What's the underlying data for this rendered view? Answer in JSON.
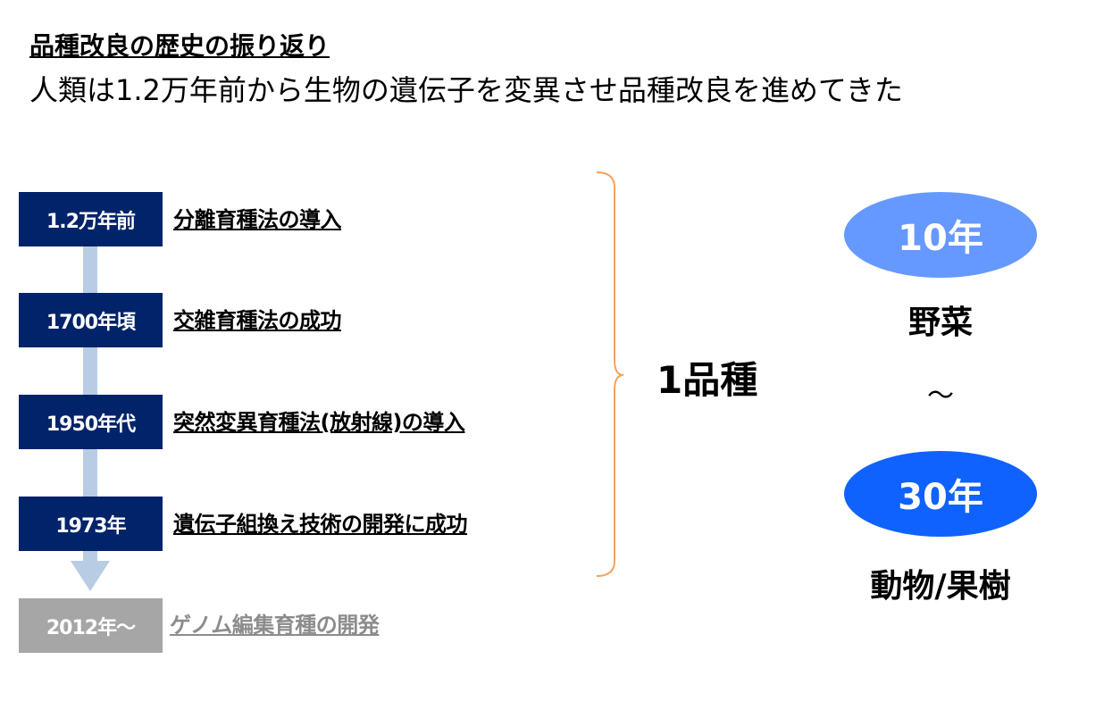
{
  "header": {
    "title": "品種改良の歴史の振り返り",
    "subtitle": "人類は1.2万年前から生物の遺伝子を変異させ品種改良を進めてきた"
  },
  "timeline": [
    {
      "date": "1.2万年前",
      "event": "分離育種法の導入"
    },
    {
      "date": "1700年頃",
      "event": "交雑育種法の成功"
    },
    {
      "date": "1950年代",
      "event": "突然変異育種法(放射線)の導入"
    },
    {
      "date": "1973年",
      "event": "遺伝子組換え技術の開発に成功"
    },
    {
      "date": "2012年～",
      "event": "ゲノム編集育種の開発"
    }
  ],
  "bracket_label": "1品種",
  "durations": {
    "short": {
      "value": "10年",
      "label": "野菜"
    },
    "separator": "～",
    "long": {
      "value": "30年",
      "label": "動物/果樹"
    }
  },
  "colors": {
    "box": "#002369",
    "box_future": "#a6a6a6",
    "arrow": "#b8cce4",
    "bracket": "#f4a261",
    "ellipse_short": "#6699ff",
    "ellipse_long": "#0f62fe"
  }
}
